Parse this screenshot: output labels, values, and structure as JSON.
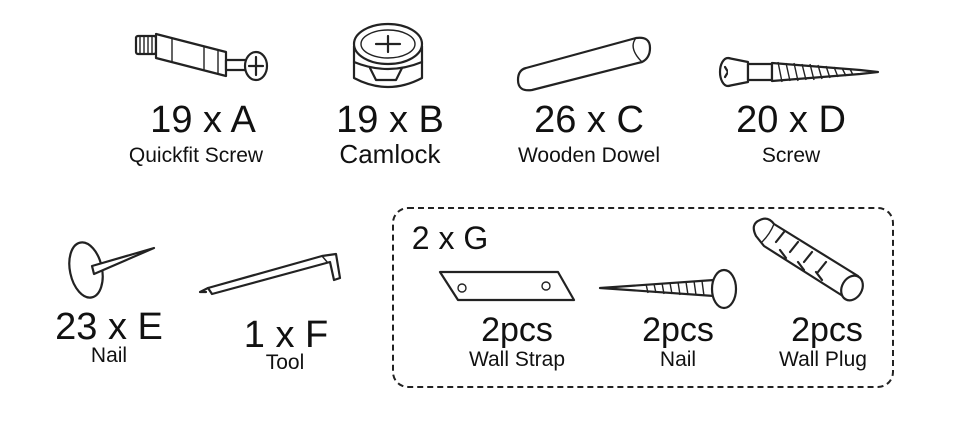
{
  "parts": {
    "a": {
      "qty": "19 x A",
      "name": "Quickfit Screw",
      "icon": "quickfit-screw-icon"
    },
    "b": {
      "qty": "19 x B",
      "name": "Camlock",
      "icon": "camlock-icon"
    },
    "c": {
      "qty": "26 x C",
      "name": "Wooden Dowel",
      "icon": "wooden-dowel-icon"
    },
    "d": {
      "qty": "20 x D",
      "name": "Screw",
      "icon": "screw-icon"
    },
    "e": {
      "qty": "23 x E",
      "name": "Nail",
      "icon": "tack-nail-icon"
    },
    "f": {
      "qty": "1 x F",
      "name": "Tool",
      "icon": "allen-key-icon"
    }
  },
  "group_g": {
    "title": "2 x G",
    "items": [
      {
        "qty": "2pcs",
        "name": "Wall Strap",
        "icon": "wall-strap-icon"
      },
      {
        "qty": "2pcs",
        "name": "Nail",
        "icon": "nail-icon"
      },
      {
        "qty": "2pcs",
        "name": "Wall Plug",
        "icon": "wall-plug-icon"
      }
    ]
  }
}
